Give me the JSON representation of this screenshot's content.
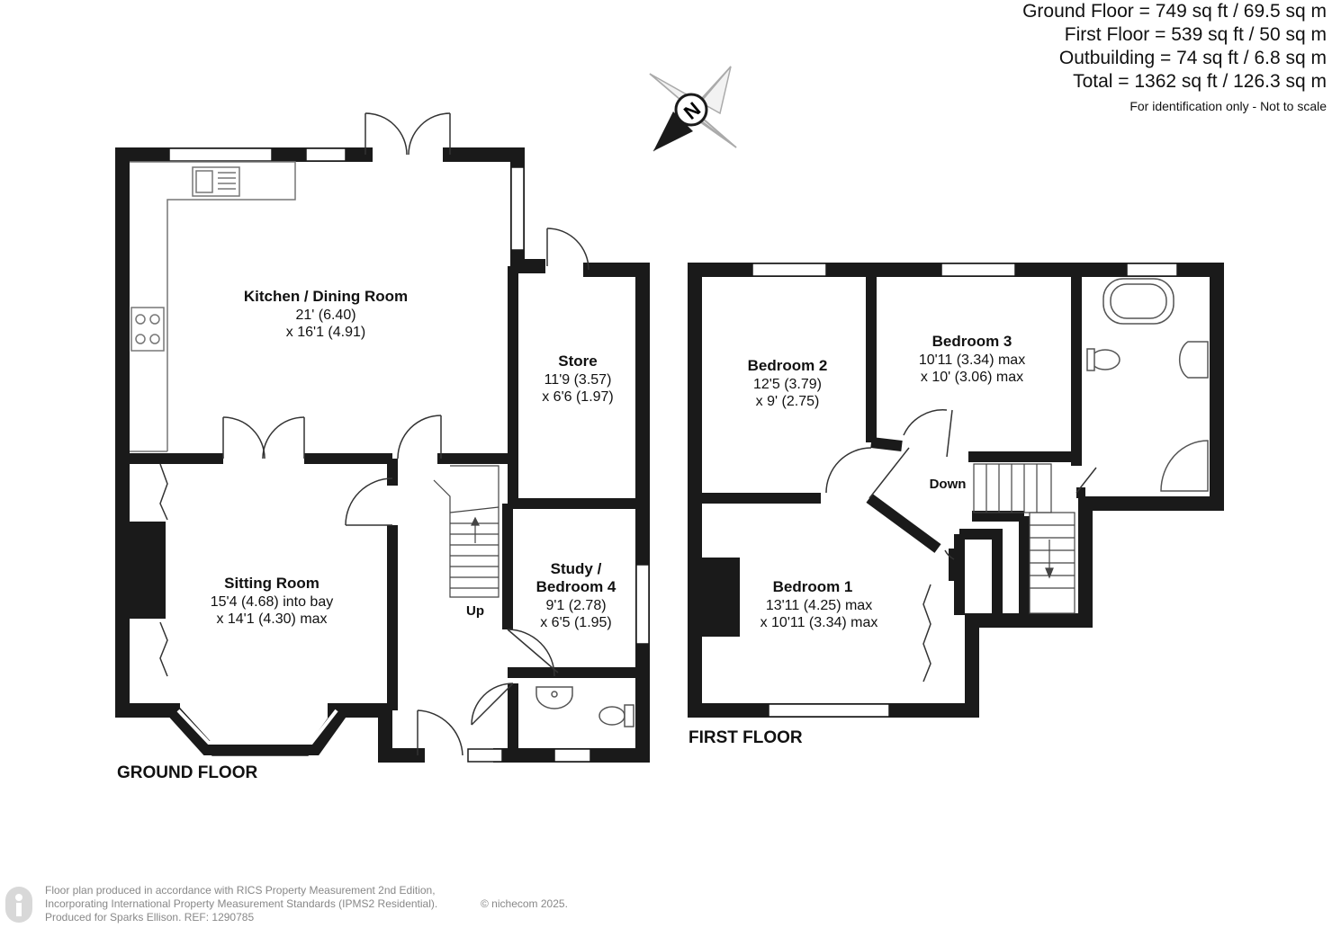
{
  "areas": {
    "ground": "Ground Floor = 749 sq ft / 69.5 sq m",
    "first": "First Floor = 539 sq ft / 50 sq m",
    "outbuilding": "Outbuilding = 74 sq ft / 6.8 sq m",
    "total": "Total = 1362 sq ft / 126.3 sq m",
    "note": "For identification only - Not to scale"
  },
  "compass": {
    "label": "N"
  },
  "ground_floor": {
    "label": "GROUND FLOOR",
    "kitchen": {
      "name": "Kitchen / Dining Room",
      "dim1": "21' (6.40)",
      "dim2": "x 16'1 (4.91)"
    },
    "store": {
      "name": "Store",
      "dim1": "11'9 (3.57)",
      "dim2": "x 6'6 (1.97)"
    },
    "sitting": {
      "name": "Sitting Room",
      "dim1": "15'4 (4.68) into bay",
      "dim2": "x 14'1 (4.30) max"
    },
    "study": {
      "name1": "Study /",
      "name2": "Bedroom 4",
      "dim1": "9'1 (2.78)",
      "dim2": "x 6'5 (1.95)"
    },
    "stairs": "Up"
  },
  "first_floor": {
    "label": "FIRST FLOOR",
    "bedroom2": {
      "name": "Bedroom 2",
      "dim1": "12'5 (3.79)",
      "dim2": "x 9' (2.75)"
    },
    "bedroom3": {
      "name": "Bedroom 3",
      "dim1": "10'11 (3.34) max",
      "dim2": "x 10' (3.06) max"
    },
    "bedroom1": {
      "name": "Bedroom 1",
      "dim1": "13'11 (4.25) max",
      "dim2": "x 10'11 (3.34) max"
    },
    "stairs": "Down"
  },
  "footer": {
    "line1": "Floor plan produced in accordance with RICS Property Measurement 2nd Edition,",
    "line2": "Incorporating International Property Measurement Standards (IPMS2 Residential).",
    "line3": "Produced for Sparks Ellison.   REF: 1290785",
    "copyright": "© nichecom 2025."
  }
}
